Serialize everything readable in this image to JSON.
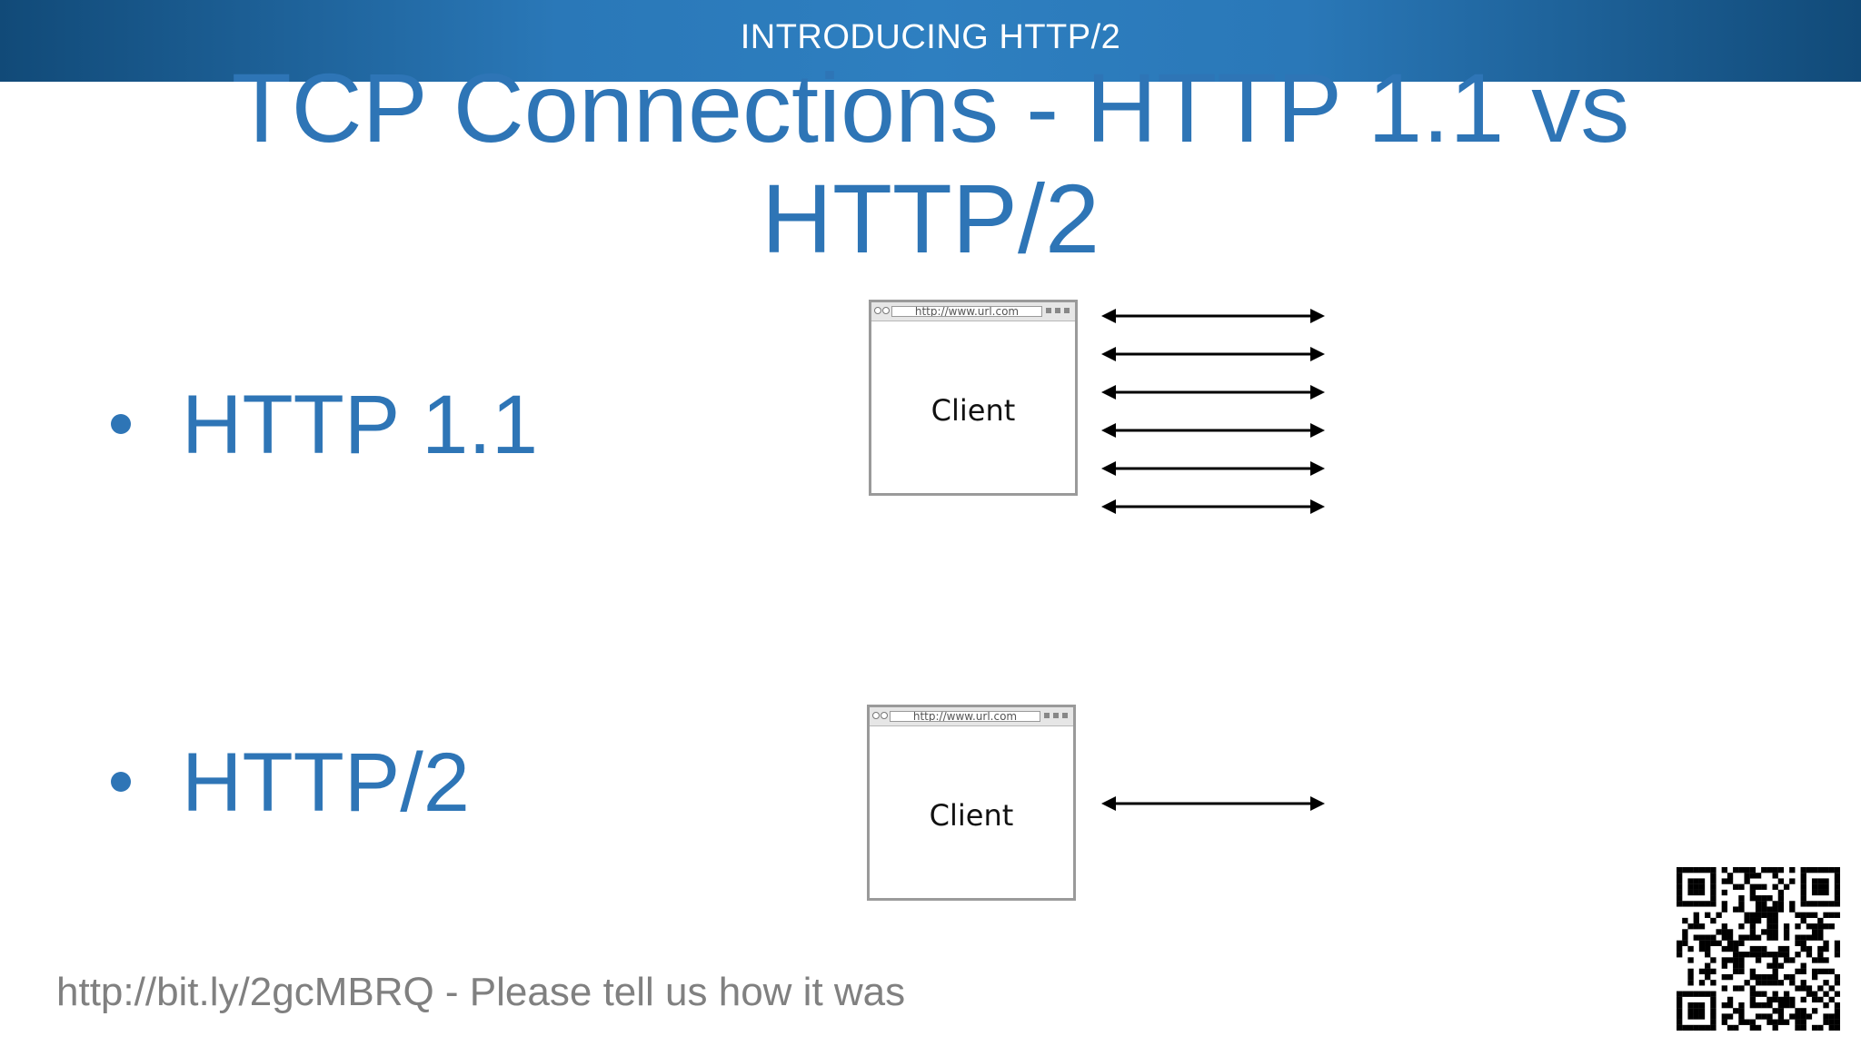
{
  "banner": {
    "title": "INTRODUCING HTTP/2"
  },
  "slide": {
    "title": "TCP Connections - HTTP 1.1 vs HTTP/2"
  },
  "bullets": [
    {
      "label": "HTTP 1.1",
      "connections": 6
    },
    {
      "label": "HTTP/2",
      "connections": 1
    }
  ],
  "browser": {
    "url": "http://www.url.com",
    "client_label": "Client"
  },
  "footer": {
    "link_text": "http://bit.ly/2gcMBRQ - Please tell us how it was"
  },
  "colors": {
    "accent": "#2e75b6",
    "banner": "#2a78b8",
    "footer": "#808080"
  }
}
